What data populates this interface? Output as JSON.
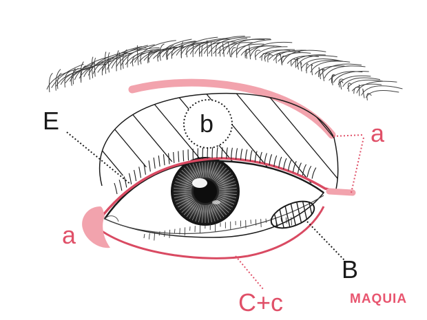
{
  "diagram": {
    "labels": {
      "E": "E",
      "b": "b",
      "a_right": "a",
      "a_left": "a",
      "B": "B",
      "Cc": "C+c"
    },
    "brand": "MAQUIA"
  },
  "colors": {
    "pink_fill": "#f2a3ad",
    "pink_line": "#d94a62",
    "label_pink": "#e05068",
    "label_dark": "#1a1a1a",
    "sketch": "#222222"
  }
}
